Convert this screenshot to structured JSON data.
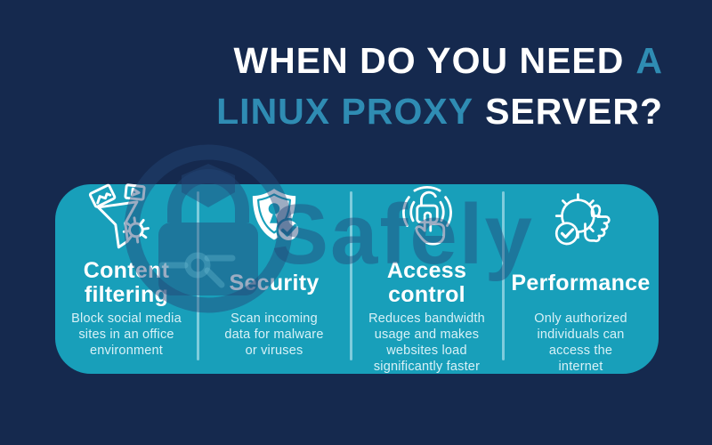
{
  "colors": {
    "background_navy": "#15294e",
    "accent_teal": "#2f8cb3",
    "panel_teal": "#189fba",
    "heading_text": "#ffffff",
    "body_text": "#d8f1f7"
  },
  "title": {
    "line1_white": "WHEN DO YOU NEED",
    "line1_accent": "A",
    "line2_accent": "LINUX PROXY",
    "line2_white": "SERVER?"
  },
  "watermark": {
    "brand": "Safely",
    "icon": "padlock-badge-icon"
  },
  "cards": [
    {
      "title": "Content\nfiltering",
      "description": "Block social media\nsites in an office\nenvironment",
      "icon": "content-filter-funnel-icon"
    },
    {
      "title": "Security",
      "description": "Scan incoming\ndata for malware\nor viruses",
      "icon": "security-shield-check-icon"
    },
    {
      "title": "Access\ncontrol",
      "description": "Reduces bandwidth\nusage and makes\nwebsites load\nsignificantly faster",
      "icon": "access-control-touch-lock-icon"
    },
    {
      "title": "Performance",
      "description": "Only authorized\nindividuals can\naccess the\ninternet",
      "icon": "performance-gear-thumbsup-icon"
    }
  ]
}
